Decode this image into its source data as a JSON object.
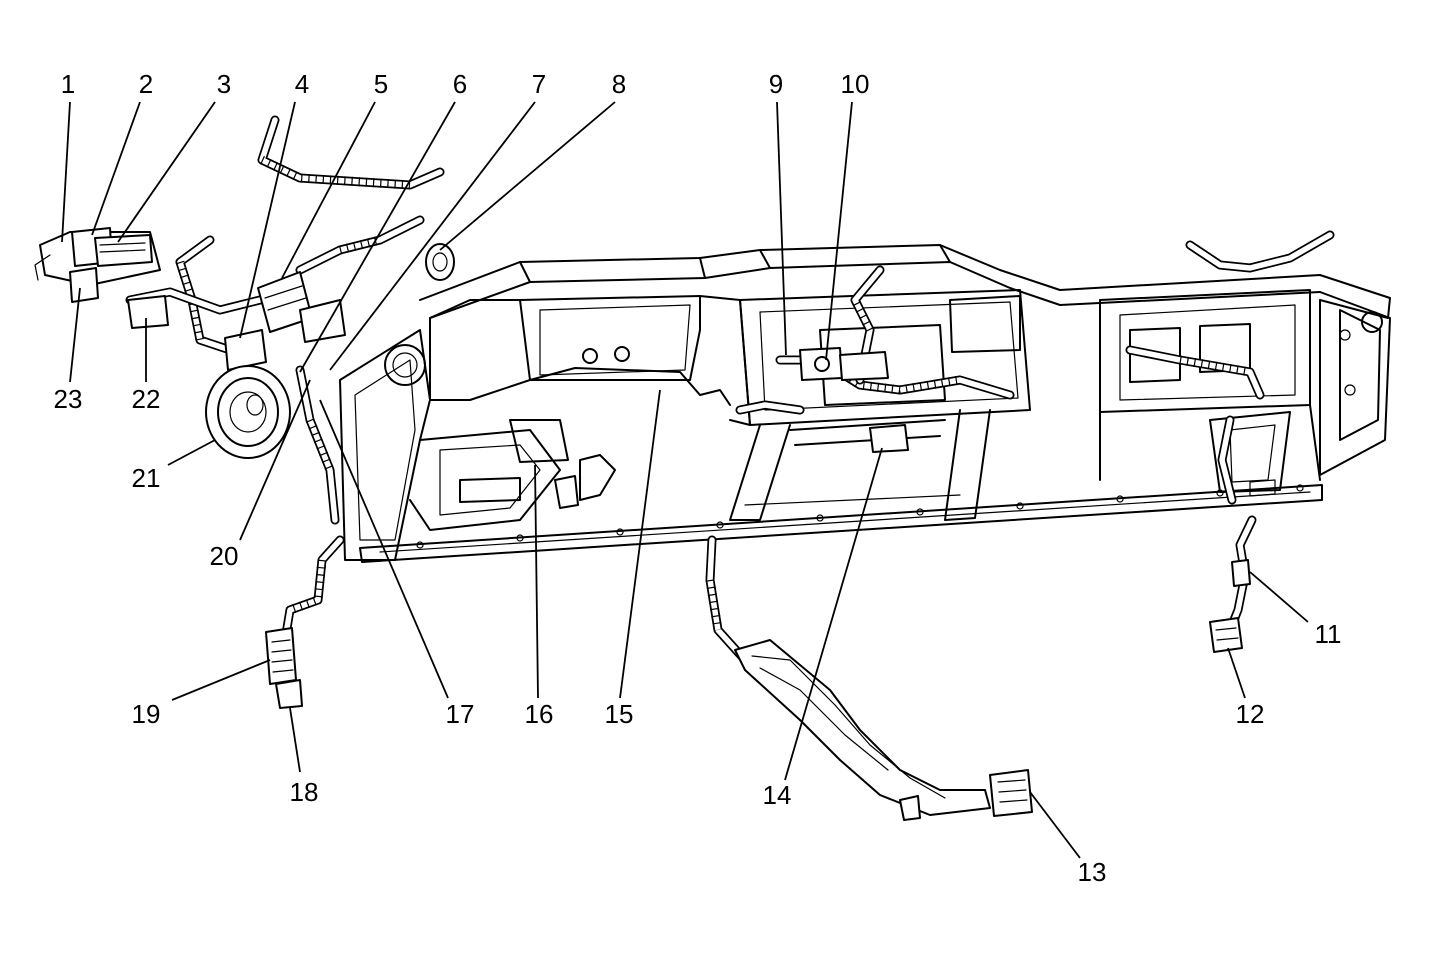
{
  "callouts": [
    {
      "id": 1,
      "label": "1"
    },
    {
      "id": 2,
      "label": "2"
    },
    {
      "id": 3,
      "label": "3"
    },
    {
      "id": 4,
      "label": "4"
    },
    {
      "id": 5,
      "label": "5"
    },
    {
      "id": 6,
      "label": "6"
    },
    {
      "id": 7,
      "label": "7"
    },
    {
      "id": 8,
      "label": "8"
    },
    {
      "id": 9,
      "label": "9"
    },
    {
      "id": 10,
      "label": "10"
    },
    {
      "id": 11,
      "label": "11"
    },
    {
      "id": 12,
      "label": "12"
    },
    {
      "id": 13,
      "label": "13"
    },
    {
      "id": 14,
      "label": "14"
    },
    {
      "id": 15,
      "label": "15"
    },
    {
      "id": 16,
      "label": "16"
    },
    {
      "id": 17,
      "label": "17"
    },
    {
      "id": 18,
      "label": "18"
    },
    {
      "id": 19,
      "label": "19"
    },
    {
      "id": 20,
      "label": "20"
    },
    {
      "id": 21,
      "label": "21"
    },
    {
      "id": 22,
      "label": "22"
    },
    {
      "id": 23,
      "label": "23"
    }
  ]
}
